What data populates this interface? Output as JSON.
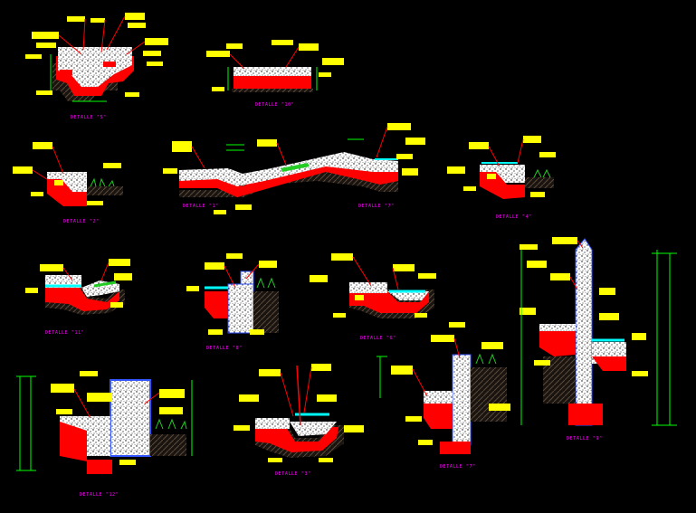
{
  "drawing": {
    "background": "#000000",
    "colors": {
      "leader_label": "#ffff00",
      "concrete_fill": "#ffffff",
      "concrete_speckle": "#000000",
      "base_slab": "#ff0000",
      "soil_hatch": "#5a4a3a",
      "water_line": "#00ffff",
      "grass": "#22cc22",
      "leader_line": "#ff0000",
      "dimension": "#00ff00",
      "caption": "#ff00ff",
      "outline": "#3355ff"
    },
    "details": [
      {
        "caption": "DETALLE \"5\""
      },
      {
        "caption": "DETALLE \"10\""
      },
      {
        "caption": "DETALLE \"2\""
      },
      {
        "caption": "DETALLE \"1\""
      },
      {
        "caption": "DETALLE \"7\""
      },
      {
        "caption": "DETALLE \"4\""
      },
      {
        "caption": "DETALLE \"11\""
      },
      {
        "caption": "DETALLE \"8\""
      },
      {
        "caption": "DETALLE \"6\""
      },
      {
        "caption": "DETALLE \"9\""
      },
      {
        "caption": "DETALLE \"12\""
      },
      {
        "caption": "DETALLE \"3\""
      },
      {
        "caption": "DETALLE \"7\""
      }
    ]
  }
}
